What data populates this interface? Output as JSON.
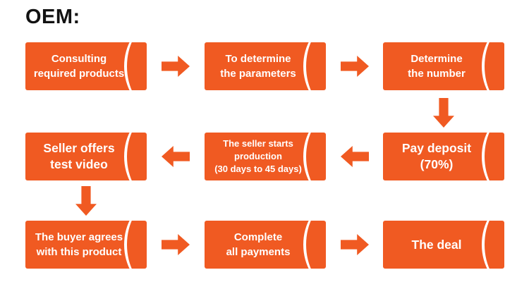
{
  "title": "OEM:",
  "theme": {
    "accent": "#F05A22",
    "box_text": "#FFFFFF",
    "title_color": "#121212",
    "background": "#FFFFFF"
  },
  "diagram": {
    "type": "flowchart",
    "orientation": "serpentine",
    "rows": 3,
    "nodes": [
      {
        "id": "n1",
        "lines": [
          "Consulting",
          "required products"
        ],
        "row": 1,
        "col": 1,
        "size": "md"
      },
      {
        "id": "n2",
        "lines": [
          "To determine",
          "the parameters"
        ],
        "row": 1,
        "col": 2,
        "size": "md"
      },
      {
        "id": "n3",
        "lines": [
          "Determine",
          "the number"
        ],
        "row": 1,
        "col": 3,
        "size": "md"
      },
      {
        "id": "n4",
        "lines": [
          "Pay deposit",
          "(70%)"
        ],
        "row": 2,
        "col": 3,
        "size": "lg"
      },
      {
        "id": "n5",
        "lines": [
          "The seller starts",
          "production",
          "(30 days to 45 days)"
        ],
        "row": 2,
        "col": 2,
        "size": "sm"
      },
      {
        "id": "n6",
        "lines": [
          "Seller offers",
          "test video"
        ],
        "row": 2,
        "col": 1,
        "size": "lg"
      },
      {
        "id": "n7",
        "lines": [
          "The buyer agrees",
          "with this product"
        ],
        "row": 3,
        "col": 1,
        "size": "md"
      },
      {
        "id": "n8",
        "lines": [
          "Complete",
          "all payments"
        ],
        "row": 3,
        "col": 2,
        "size": "md"
      },
      {
        "id": "n9",
        "lines": [
          "The deal"
        ],
        "row": 3,
        "col": 3,
        "size": "lg"
      }
    ],
    "connectors": [
      {
        "id": "c1",
        "from": "n1",
        "to": "n2",
        "direction": "right"
      },
      {
        "id": "c2",
        "from": "n2",
        "to": "n3",
        "direction": "right"
      },
      {
        "id": "c3",
        "from": "n3",
        "to": "n4",
        "direction": "down"
      },
      {
        "id": "c4",
        "from": "n4",
        "to": "n5",
        "direction": "left"
      },
      {
        "id": "c5",
        "from": "n5",
        "to": "n6",
        "direction": "left"
      },
      {
        "id": "c6",
        "from": "n6",
        "to": "n7",
        "direction": "down"
      },
      {
        "id": "c7",
        "from": "n7",
        "to": "n8",
        "direction": "right"
      },
      {
        "id": "c8",
        "from": "n8",
        "to": "n9",
        "direction": "right"
      }
    ]
  }
}
